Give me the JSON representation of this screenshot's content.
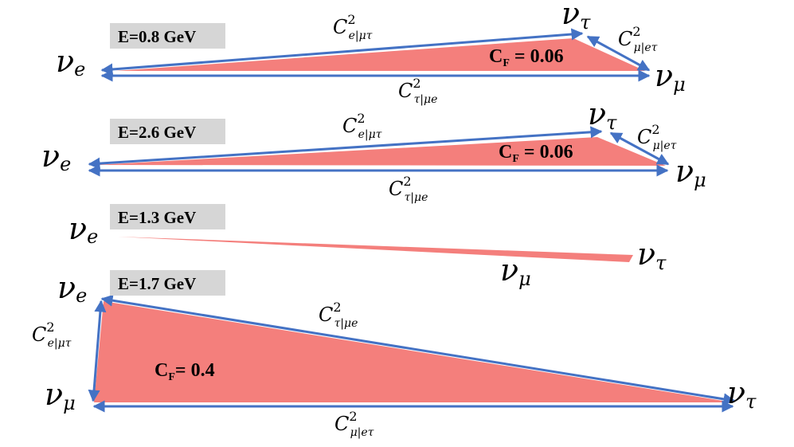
{
  "colors": {
    "triangle_fill": "#f47f7c",
    "arrow": "#4472c4",
    "energy_box": "#d6d6d6"
  },
  "panels": [
    {
      "energy_label": "E=0.8 GeV",
      "cf_label": {
        "base": "C",
        "sub": "F",
        "rest": " = 0.06"
      },
      "nu_e": {
        "base": "ν",
        "sub": "e"
      },
      "nu_mu": {
        "base": "ν",
        "sub": "μ"
      },
      "nu_tau": {
        "base": "ν",
        "sub": "τ"
      },
      "coef_e_mutau": {
        "base": "C",
        "sup": "2",
        "sub": "e|μτ"
      },
      "coef_mu_etau": {
        "base": "C",
        "sup": "2",
        "sub": "μ|eτ"
      },
      "coef_tau_mue": {
        "base": "C",
        "sup": "2",
        "sub": "τ|μe"
      }
    },
    {
      "energy_label": "E=2.6 GeV",
      "cf_label": {
        "base": "C",
        "sub": "F",
        "rest": " = 0.06"
      },
      "nu_e": {
        "base": "ν",
        "sub": "e"
      },
      "nu_mu": {
        "base": "ν",
        "sub": "μ"
      },
      "nu_tau": {
        "base": "ν",
        "sub": "τ"
      },
      "coef_e_mutau": {
        "base": "C",
        "sup": "2",
        "sub": "e|μτ"
      },
      "coef_mu_etau": {
        "base": "C",
        "sup": "2",
        "sub": "μ|eτ"
      },
      "coef_tau_mue": {
        "base": "C",
        "sup": "2",
        "sub": "τ|μe"
      }
    },
    {
      "energy_label": "E=1.3 GeV",
      "nu_e": {
        "base": "ν",
        "sub": "e"
      },
      "nu_mu": {
        "base": "ν",
        "sub": "μ"
      },
      "nu_tau": {
        "base": "ν",
        "sub": "τ"
      }
    },
    {
      "energy_label": "E=1.7 GeV",
      "cf_label": {
        "base": "C",
        "sub": "F",
        "rest": "= 0.4"
      },
      "nu_e": {
        "base": "ν",
        "sub": "e"
      },
      "nu_mu": {
        "base": "ν",
        "sub": "μ"
      },
      "nu_tau": {
        "base": "ν",
        "sub": "τ"
      },
      "coef_e_mutau": {
        "base": "C",
        "sup": "2",
        "sub": "e|μτ"
      },
      "coef_mu_etau": {
        "base": "C",
        "sup": "2",
        "sub": "μ|eτ"
      },
      "coef_tau_mue": {
        "base": "C",
        "sup": "2",
        "sub": "τ|μe"
      }
    }
  ]
}
